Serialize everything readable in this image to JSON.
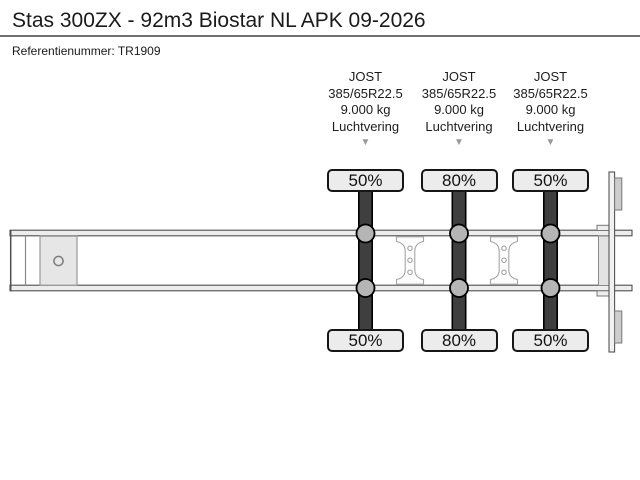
{
  "page": {
    "title": "Stas 300ZX - 92m3 Biostar NL APK 09-2026",
    "reference": "Referentienummer: TR1909"
  },
  "axles": [
    {
      "brand": "JOST",
      "tyre_size": "385/65R22.5",
      "axle_load": "9.000 kg",
      "suspension": "Luchtvering",
      "tread_top": "50%",
      "tread_bottom": "50%"
    },
    {
      "brand": "JOST",
      "tyre_size": "385/65R22.5",
      "axle_load": "9.000 kg",
      "suspension": "Luchtvering",
      "tread_top": "80%",
      "tread_bottom": "80%"
    },
    {
      "brand": "JOST",
      "tyre_size": "385/65R22.5",
      "axle_load": "9.000 kg",
      "suspension": "Luchtvering",
      "tread_top": "50%",
      "tread_bottom": "50%"
    }
  ],
  "icons": {
    "chevron_down": "▼"
  },
  "colors": {
    "badge_bg": "#ececec",
    "badge_border": "#161616",
    "tire": "#3f3f3f",
    "suspension_circle": "#b5b5b5",
    "chassis_fill": "#ededed",
    "divider": "#707070"
  }
}
